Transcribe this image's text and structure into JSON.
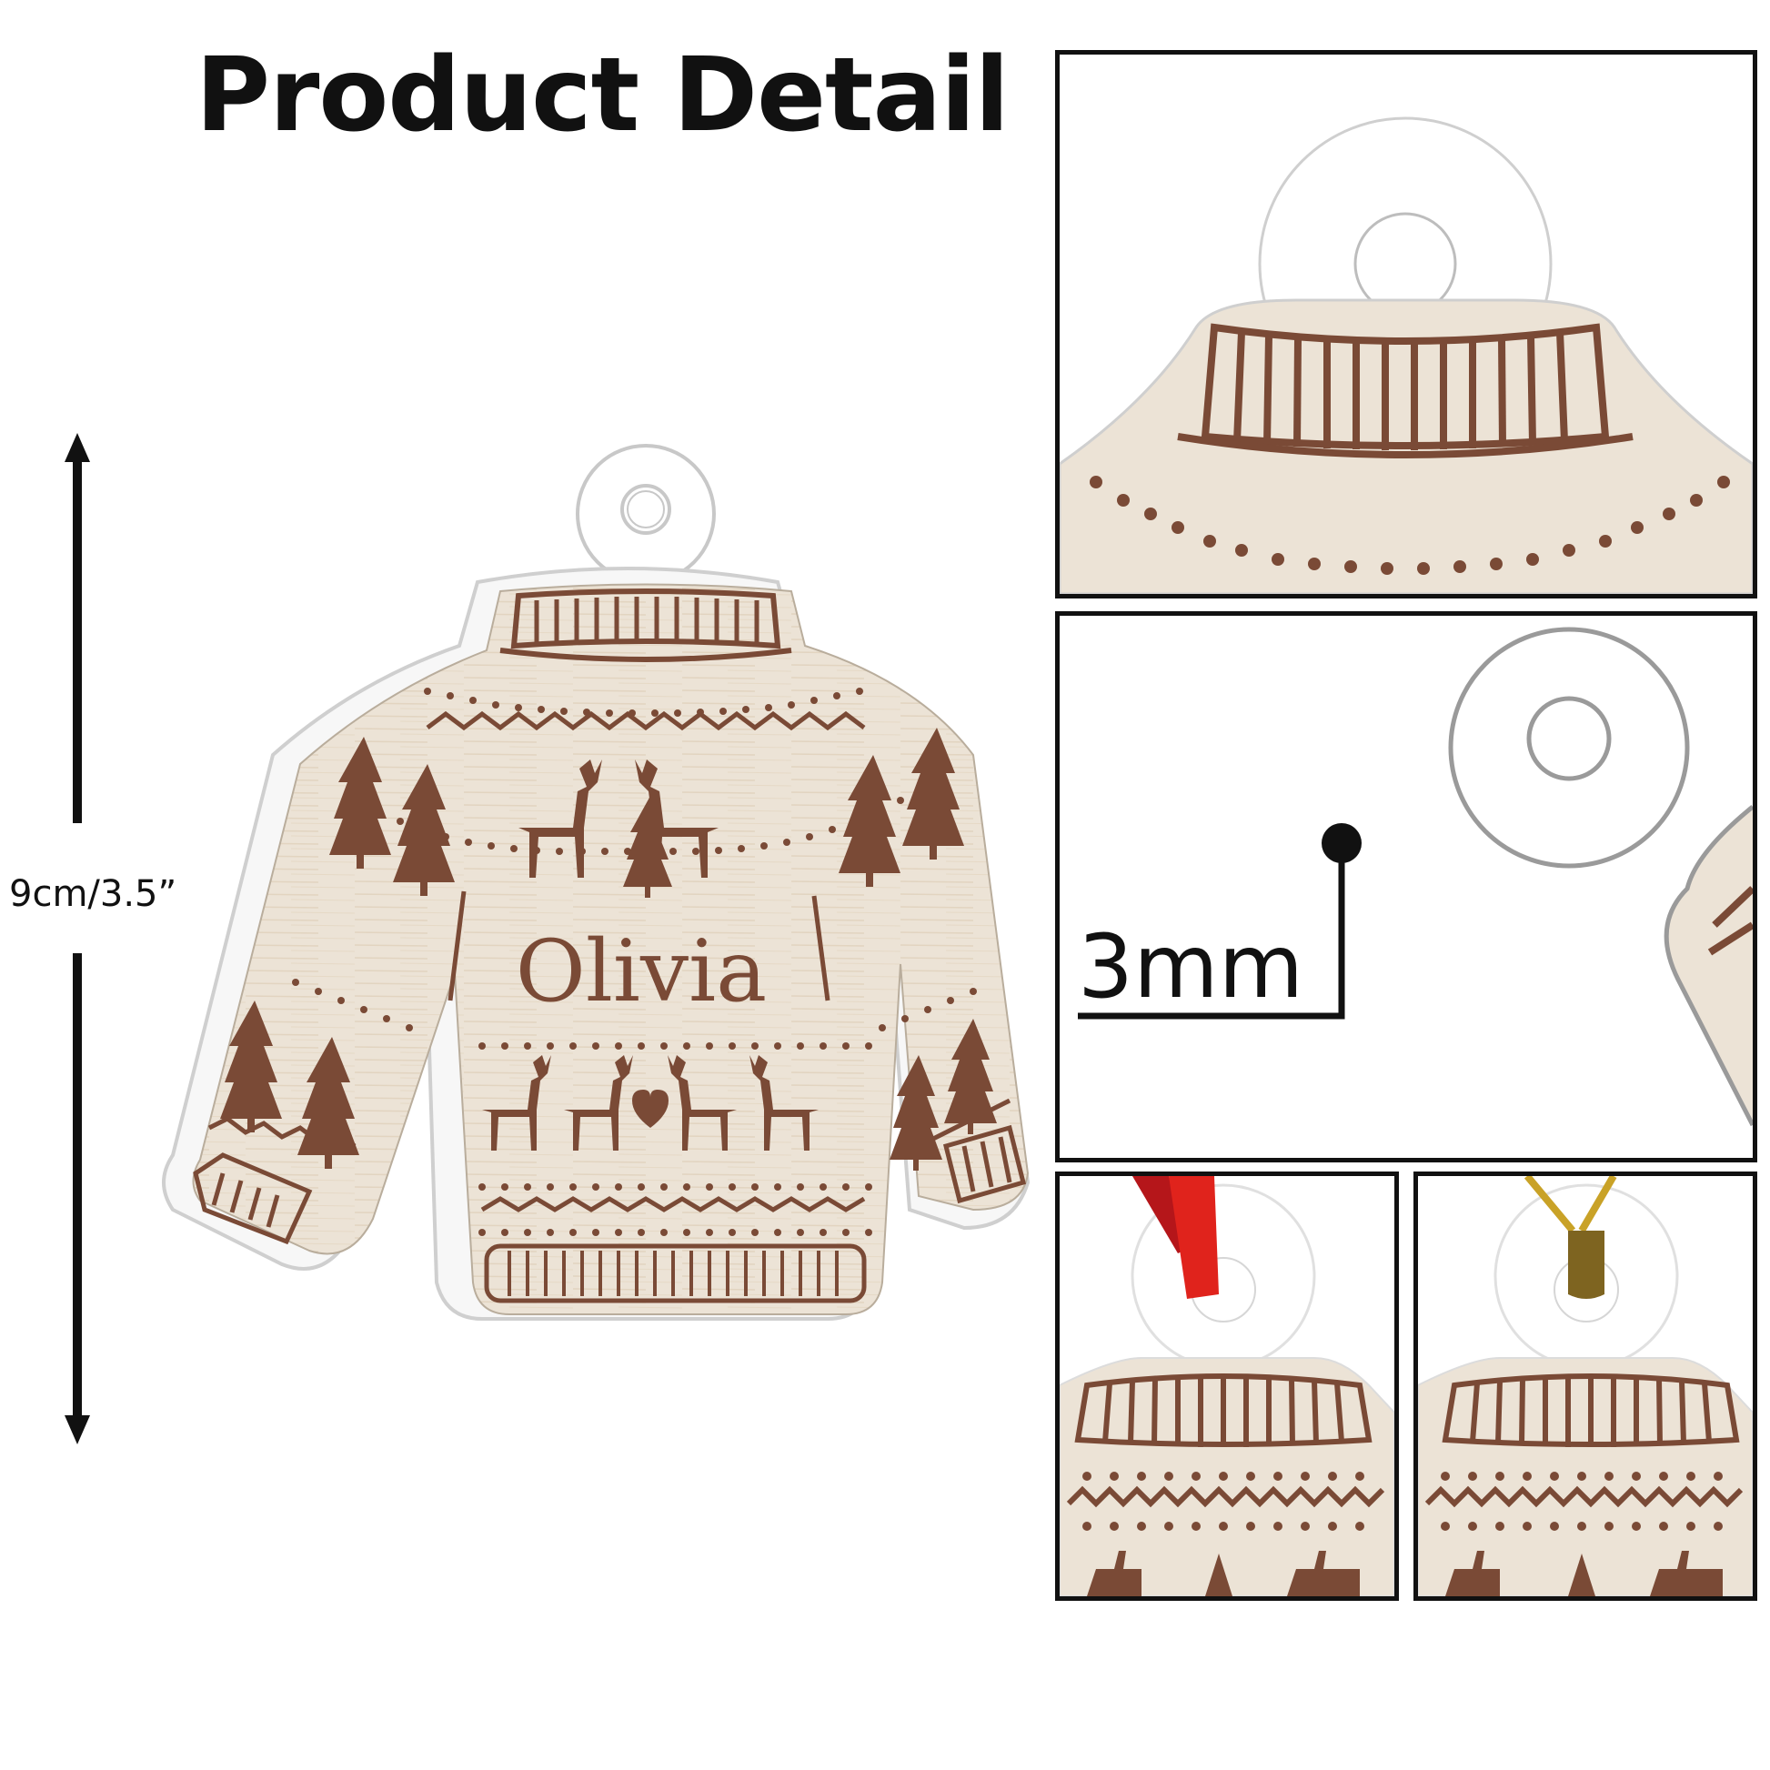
{
  "header": {
    "title": "Product Detail"
  },
  "dimension": {
    "label": "9cm/3.5”",
    "arrow_icon": "double-arrow-vertical"
  },
  "product": {
    "name_engraving": "Olivia",
    "type": "sweater ornament",
    "colors": {
      "wood": "#ece3d6",
      "engraving": "#7a4a36",
      "acrylic_edge": "#c8c8c8"
    }
  },
  "detail_panels": [
    {
      "id": "collar-closeup",
      "caption": ""
    },
    {
      "id": "thickness",
      "caption": "3mm"
    },
    {
      "id": "red-ribbon",
      "caption": "",
      "accent": "#e0231c"
    },
    {
      "id": "gold-string",
      "caption": "",
      "accent": "#c9a227"
    }
  ]
}
